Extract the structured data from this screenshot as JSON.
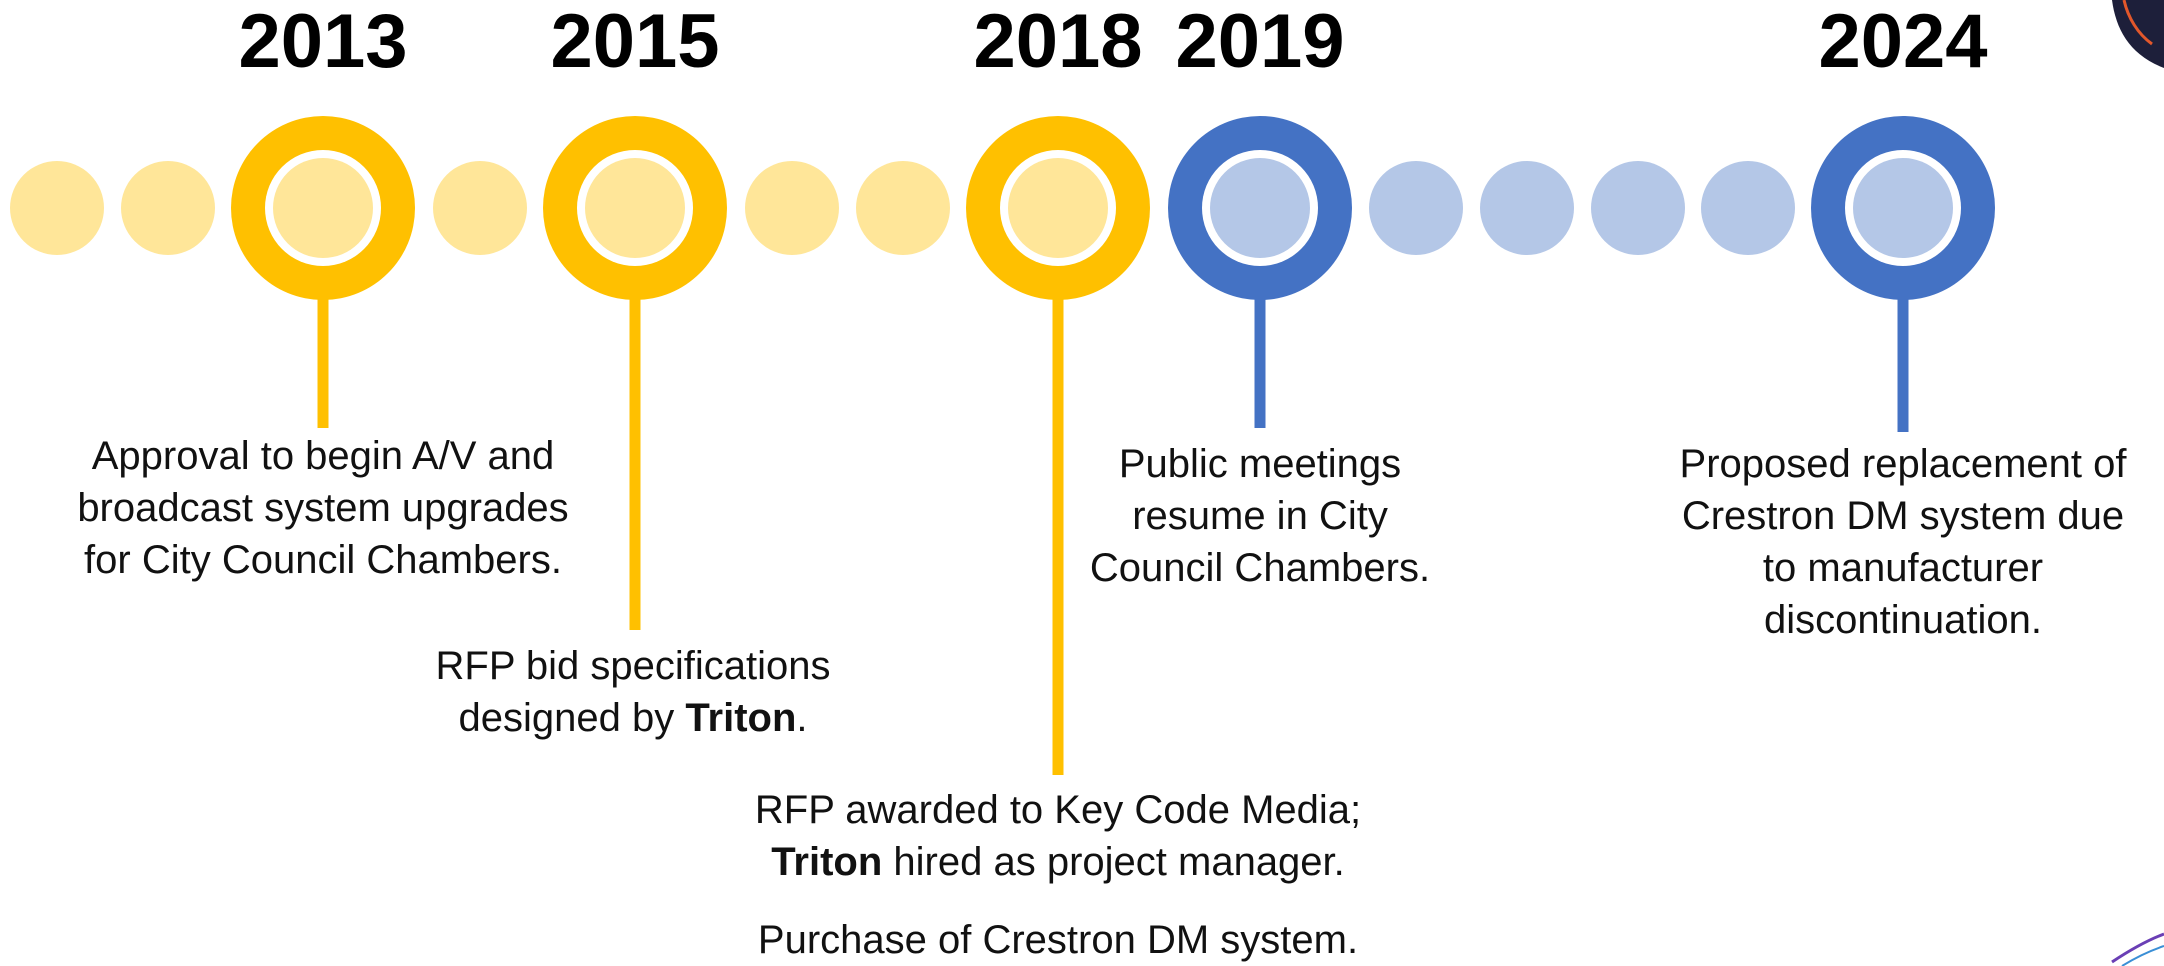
{
  "colors": {
    "gold": "#FFC000",
    "gold_light": "#FFE699",
    "blue": "#4472C4",
    "blue_light": "#B4C7E7",
    "ring_gap": "#ffffff",
    "text": "#111111"
  },
  "milestones": [
    {
      "year": "2013",
      "event": {
        "lines": [
          {
            "text": "Approval to begin A/V and"
          },
          {
            "text": "broadcast system upgrades"
          },
          {
            "text": "for City Council Chambers."
          }
        ]
      }
    },
    {
      "year": "2015",
      "event": {
        "lines": [
          {
            "text": "RFP bid specifications"
          },
          {
            "text_before": "designed by ",
            "bold": "Triton",
            "text_after": "."
          }
        ]
      }
    },
    {
      "year": "2018",
      "event": {
        "lines": [
          {
            "text": "RFP awarded to Key Code Media;"
          },
          {
            "bold": "Triton",
            "text_after": " hired as project manager."
          }
        ],
        "extra_line": "Purchase of Crestron DM system."
      }
    },
    {
      "year": "2019",
      "event": {
        "lines": [
          {
            "text": "Public meetings"
          },
          {
            "text": "resume in City"
          },
          {
            "text": "Council Chambers."
          }
        ]
      }
    },
    {
      "year": "2024",
      "event": {
        "lines": [
          {
            "text": "Proposed replacement of"
          },
          {
            "text": "Crestron DM system due"
          },
          {
            "text": "to manufacturer"
          },
          {
            "text": "discontinuation."
          }
        ]
      }
    }
  ]
}
